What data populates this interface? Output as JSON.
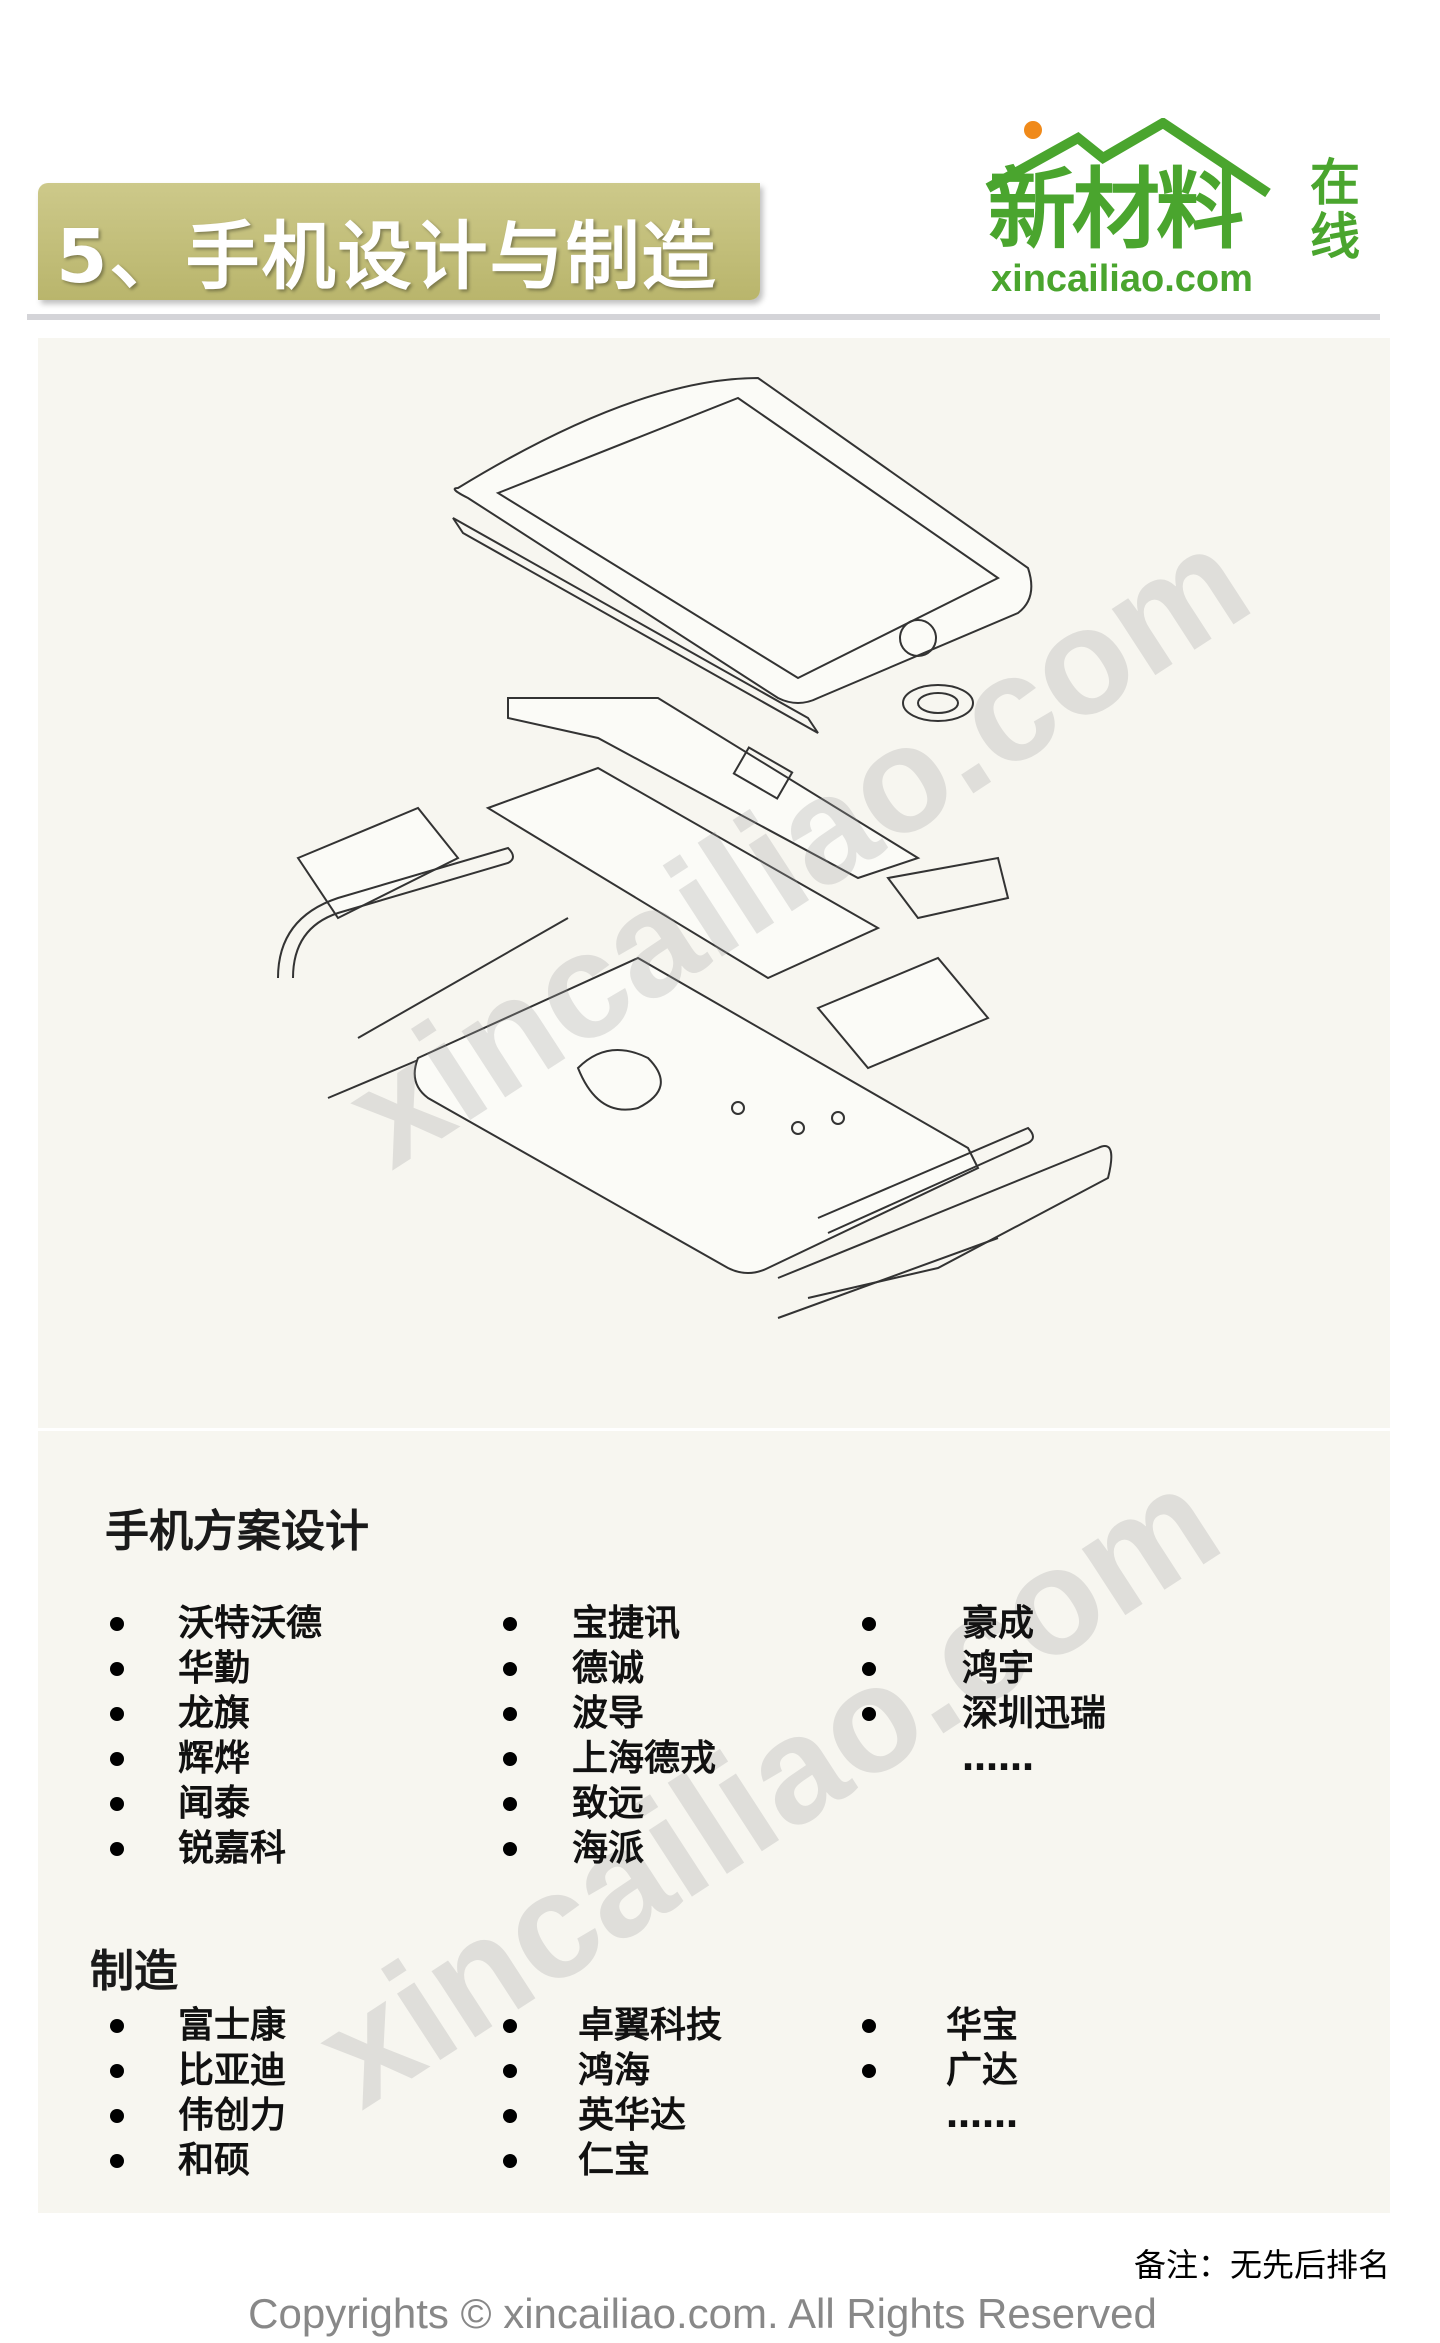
{
  "header": {
    "title": "5、手机设计与制造"
  },
  "logo": {
    "main": "新材料",
    "side": "在线",
    "url": "xincailiao.com"
  },
  "watermark": "xincailiao.com",
  "design": {
    "heading": "手机方案设计",
    "columns": [
      [
        "沃特沃德",
        "华勤",
        "龙旗",
        "辉烨",
        "闻泰",
        "锐嘉科"
      ],
      [
        "宝捷讯",
        "德诚",
        "波导",
        "上海德戎",
        "致远",
        "海派"
      ],
      [
        "豪成",
        "鸿宇",
        "深圳迅瑞"
      ]
    ],
    "more": "……"
  },
  "manufacturing": {
    "heading": "制造",
    "columns": [
      [
        "富士康",
        "比亚迪",
        "伟创力",
        "和硕"
      ],
      [
        "卓翼科技",
        "鸿海",
        "英华达",
        "仁宝"
      ],
      [
        "华宝",
        "广达"
      ]
    ],
    "more": "……"
  },
  "note": "备注：无先后排名",
  "copyright": "Copyrights © xincailiao.com. All Rights Reserved"
}
